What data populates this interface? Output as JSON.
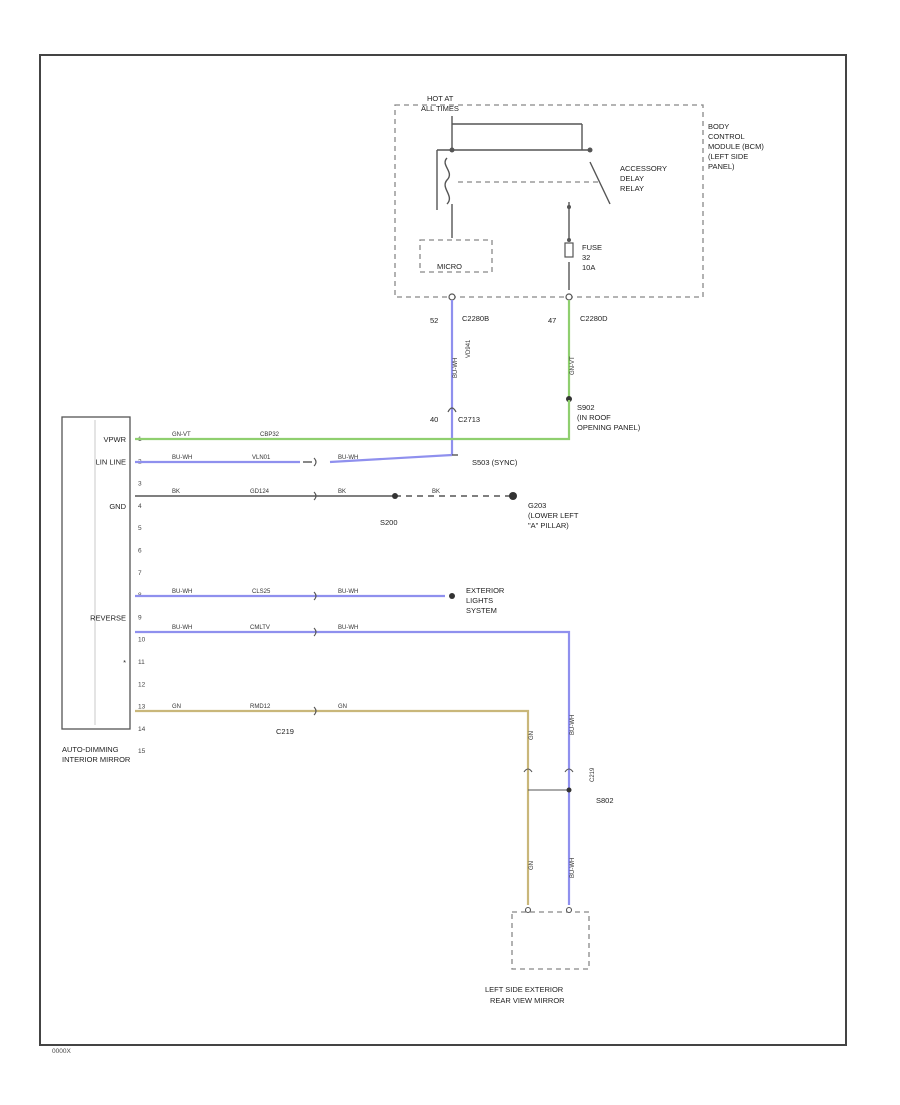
{
  "diagram": {
    "colors": {
      "green": "#8fcf6f",
      "blue": "#8f90ee",
      "tan": "#c9b77a",
      "line": "#555555"
    },
    "bcm": {
      "hot_at": "HOT AT",
      "hot_at_2": "ALL TIMES",
      "name_lines": [
        "BODY",
        "CONTROL",
        "MODULE (BCM)",
        "(LEFT SIDE",
        "PANEL)"
      ],
      "relay_lines": [
        "ACCESSORY",
        "DELAY",
        "RELAY"
      ],
      "micro": "MICRO",
      "fuse_lines": [
        "FUSE",
        "32",
        "10A"
      ],
      "pin_left": "52",
      "pin_right": "47",
      "conn_left": "C2280B",
      "conn_right": "C2280D"
    },
    "connectors": {
      "c2713_pin": "40",
      "c2713": "C2713",
      "vert_wire_blue": "BU-WH",
      "vert_wire_green": "GN-VT",
      "vert_circuit": "VD941"
    },
    "grounds": {
      "s902_lines": [
        "S902",
        "(IN ROOF",
        "OPENING PANEL)"
      ],
      "s503": "S503 (SYNC)",
      "s200": "S200",
      "g203_lines": [
        "G203",
        "(LOWER LEFT",
        "\"A\" PILLAR)"
      ]
    },
    "mirror": {
      "pins": [
        {
          "num": "1",
          "label": "VPWR"
        },
        {
          "num": "2",
          "label": "LIN LINE"
        },
        {
          "num": "3",
          "label": ""
        },
        {
          "num": "4",
          "label": "GND"
        },
        {
          "num": "5",
          "label": ""
        },
        {
          "num": "6",
          "label": ""
        },
        {
          "num": "7",
          "label": ""
        },
        {
          "num": "8",
          "label": ""
        },
        {
          "num": "9",
          "label": "REVERSE"
        },
        {
          "num": "10",
          "label": ""
        },
        {
          "num": "11",
          "label": "*"
        },
        {
          "num": "12",
          "label": ""
        },
        {
          "num": "13",
          "label": ""
        },
        {
          "num": "14",
          "label": ""
        },
        {
          "num": "15",
          "label": ""
        }
      ],
      "name_lines": [
        "AUTO-DIMMING",
        "INTERIOR MIRROR"
      ]
    },
    "wires": {
      "w1": {
        "color": "GN-VT",
        "circuit": "CBP32"
      },
      "w2": {
        "color": "BU-WH",
        "circuit": "VLN01",
        "color2": "BU-WH"
      },
      "w4": {
        "color": "BK",
        "circuit": "GD124",
        "color2": "BK",
        "color3": "BK"
      },
      "w9": {
        "color": "BU-WH",
        "circuit": "CLS25",
        "color2": "BU-WH"
      },
      "w11": {
        "color": "BU-WH",
        "circuit": "CMLTV",
        "color2": "BU-WH"
      },
      "w15": {
        "color": "GN",
        "circuit": "RMD12",
        "color2": "GN",
        "connector": "C219"
      }
    },
    "exterior_lights_lines": [
      "EXTERIOR",
      "LIGHTS",
      "SYSTEM"
    ],
    "lower": {
      "c219": "C219",
      "s802": "S802",
      "tan_wire": "GN",
      "blue_wire": "BU-WH",
      "mirror_lines": [
        "LEFT SIDE EXTERIOR",
        "REAR VIEW MIRROR"
      ]
    },
    "page_code": "0000X"
  }
}
